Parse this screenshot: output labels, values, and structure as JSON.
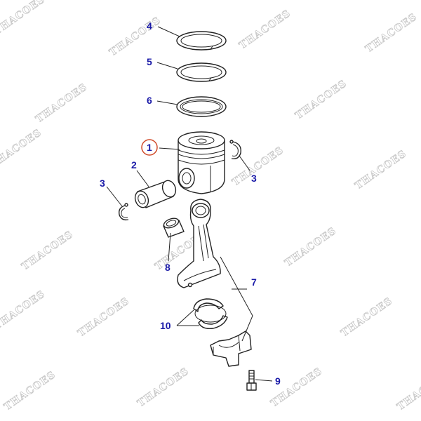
{
  "watermark": {
    "text": "THACOES"
  },
  "callouts": {
    "c1": "1",
    "c2": "2",
    "c3a": "3",
    "c3b": "3",
    "c4": "4",
    "c5": "5",
    "c6": "6",
    "c7": "7",
    "c8": "8",
    "c9": "9",
    "c10": "10"
  },
  "colors": {
    "callout_text": "#1a1aa8",
    "highlight_circle": "#d04a2a",
    "watermark": "#c8c8c8",
    "line": "#222222"
  }
}
